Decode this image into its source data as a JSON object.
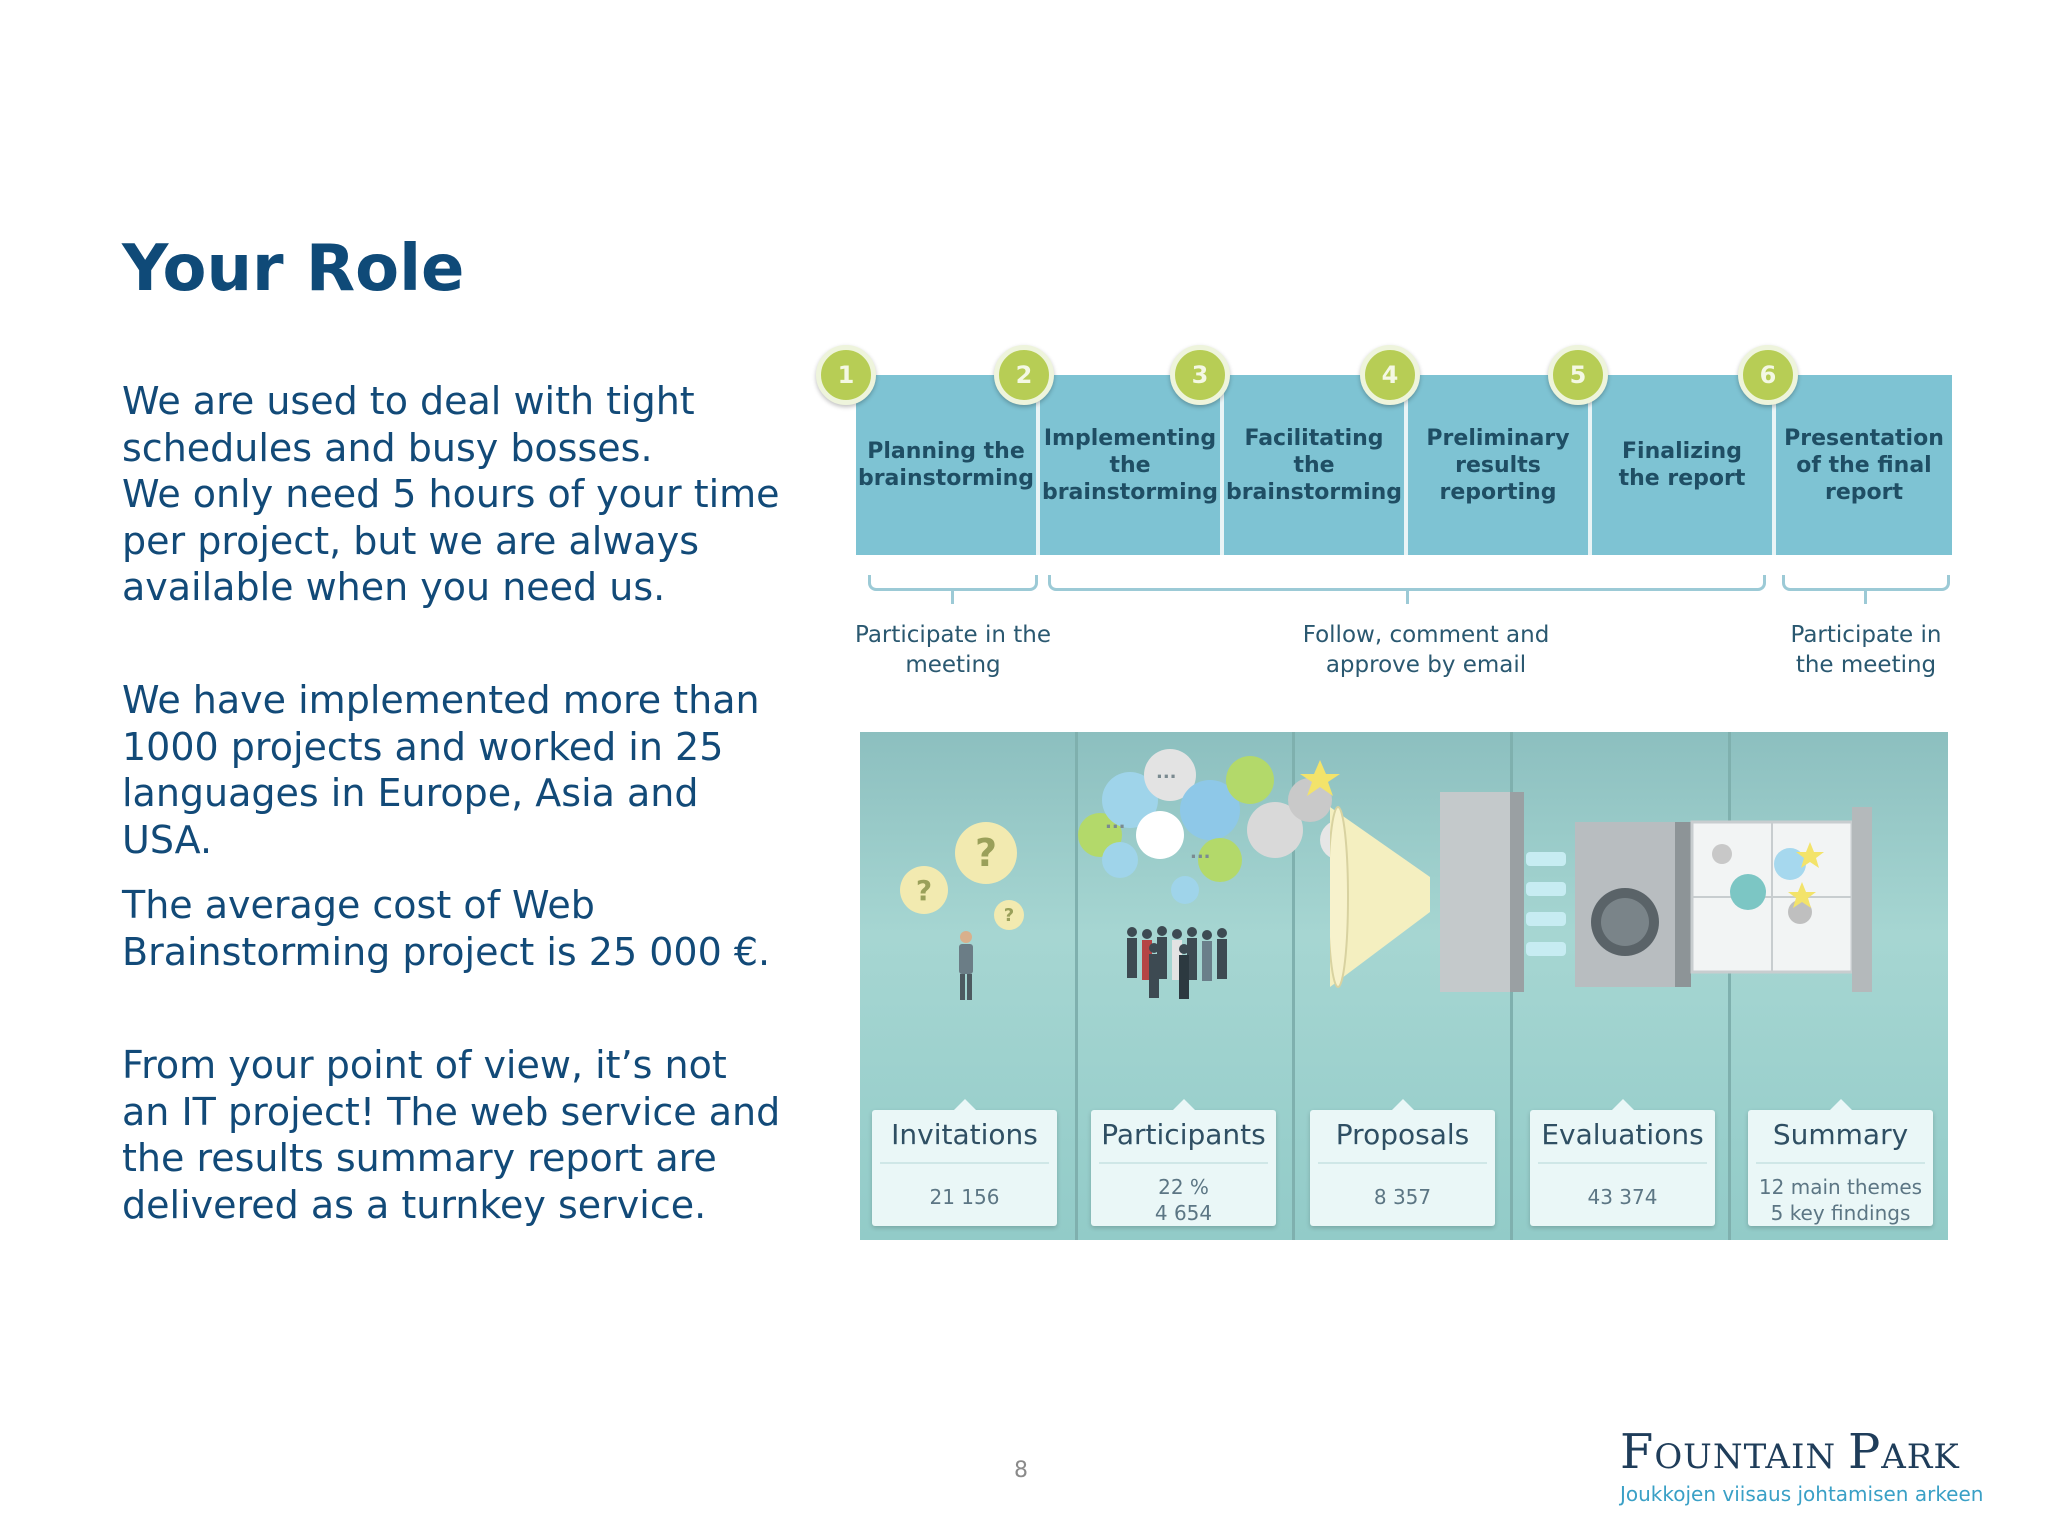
{
  "slide": {
    "title": "Your Role",
    "paragraphs": [
      {
        "lines": [
          "We are used to deal with tight",
          "schedules and busy bosses.",
          "We only need 5 hours of your time",
          "per project, but we are always",
          "available when you need us."
        ]
      },
      {
        "lines": [
          "We have implemented more than",
          "1000 projects and worked in 25",
          "languages in Europe, Asia and USA."
        ]
      },
      {
        "lines": [
          "The average cost of Web",
          "Brainstorming project is 25 000 €."
        ]
      },
      {
        "lines": [
          "From your point of view, it’s not",
          "an IT project! The web service and",
          "the results summary report are",
          "delivered as a turnkey service."
        ]
      }
    ],
    "page_number": "8"
  },
  "process": {
    "steps": [
      {
        "number": "1",
        "label": "Planning the brainstorming"
      },
      {
        "number": "2",
        "label": "Implementing the brainstorming"
      },
      {
        "number": "3",
        "label": "Facilitating the brainstorming"
      },
      {
        "number": "4",
        "label": "Preliminary results reporting"
      },
      {
        "number": "5",
        "label": "Finalizing the report"
      },
      {
        "number": "6",
        "label": "Presentation of the final report"
      }
    ],
    "roles": [
      "Participate in the meeting",
      "Follow, comment and approve by email",
      "Participate in the meeting"
    ],
    "colors": {
      "box": "#7ec3d3",
      "circle": "#b7cd55",
      "text": "#1f4e64"
    }
  },
  "illustration": {
    "stages": [
      {
        "title": "Invitations",
        "values": [
          "21 156"
        ]
      },
      {
        "title": "Participants",
        "values": [
          "22 %",
          "4 654"
        ]
      },
      {
        "title": "Proposals",
        "values": [
          "8 357"
        ]
      },
      {
        "title": "Evaluations",
        "values": [
          "43 374"
        ]
      },
      {
        "title": "Summary",
        "values": [
          "12 main themes",
          "5 key findings"
        ]
      }
    ],
    "question_marks": [
      "?",
      "?",
      "?"
    ],
    "bubble_dots": [
      "...",
      "...",
      "..."
    ]
  },
  "logo": {
    "name_cap1": "F",
    "name_rest1": "OUNTAIN ",
    "name_cap2": "P",
    "name_rest2": "ARK",
    "tagline": "Joukkojen viisaus johtamisen arkeen"
  }
}
